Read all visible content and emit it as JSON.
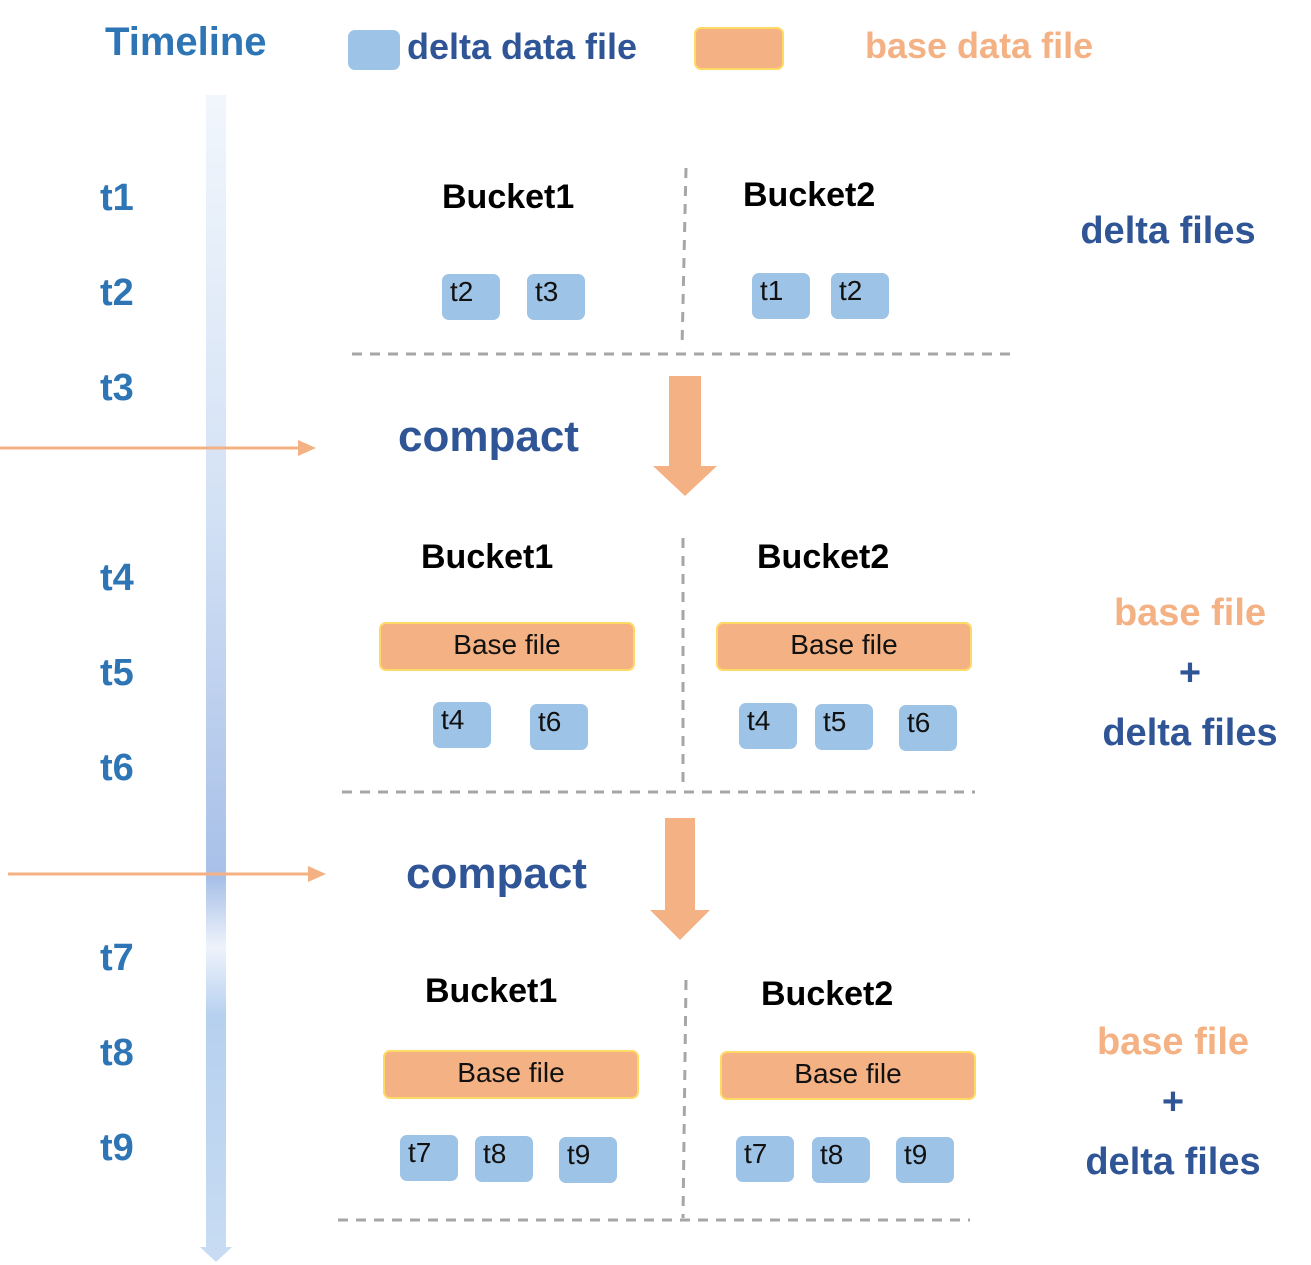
{
  "legend": {
    "title": "Timeline",
    "delta_label": "delta data file",
    "base_label": "base data file"
  },
  "timeline": [
    "t1",
    "t2",
    "t3",
    "t4",
    "t5",
    "t6",
    "t7",
    "t8",
    "t9"
  ],
  "compact_label": "compact",
  "bucket_names": [
    "Bucket1",
    "Bucket2"
  ],
  "base_file_label": "Base file",
  "stages": [
    {
      "bucket1_deltas": [
        "t2",
        "t3"
      ],
      "bucket2_deltas": [
        "t1",
        "t2"
      ],
      "side_label": "delta files"
    },
    {
      "bucket1_deltas": [
        "t4",
        "t6"
      ],
      "bucket2_deltas": [
        "t4",
        "t5",
        "t6"
      ],
      "side_base": "base file",
      "side_plus": "+",
      "side_delta": "delta files"
    },
    {
      "bucket1_deltas": [
        "t7",
        "t8",
        "t9"
      ],
      "bucket2_deltas": [
        "t7",
        "t8",
        "t9"
      ],
      "side_base": "base file",
      "side_plus": "+",
      "side_delta": "delta files"
    }
  ],
  "colors": {
    "delta": "#9dc3e6",
    "base": "#f4b183",
    "base_border": "#ffd966",
    "dark_blue": "#2f5597",
    "timeline_blue": "#2e75b6",
    "arrow_orange": "#f4b183"
  }
}
